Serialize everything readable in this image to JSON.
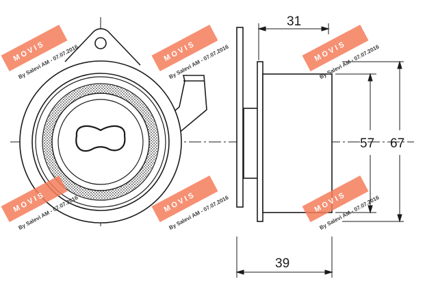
{
  "dimensions": {
    "d31": "31",
    "d57": "57",
    "d67": "67",
    "d39": "39"
  },
  "watermark": {
    "logo": "MOVIS",
    "caption": "By Salevi AM - 07.07.2016",
    "color": "#f47c5a"
  },
  "colors": {
    "line": "#1a1a1a",
    "background": "#ffffff"
  }
}
